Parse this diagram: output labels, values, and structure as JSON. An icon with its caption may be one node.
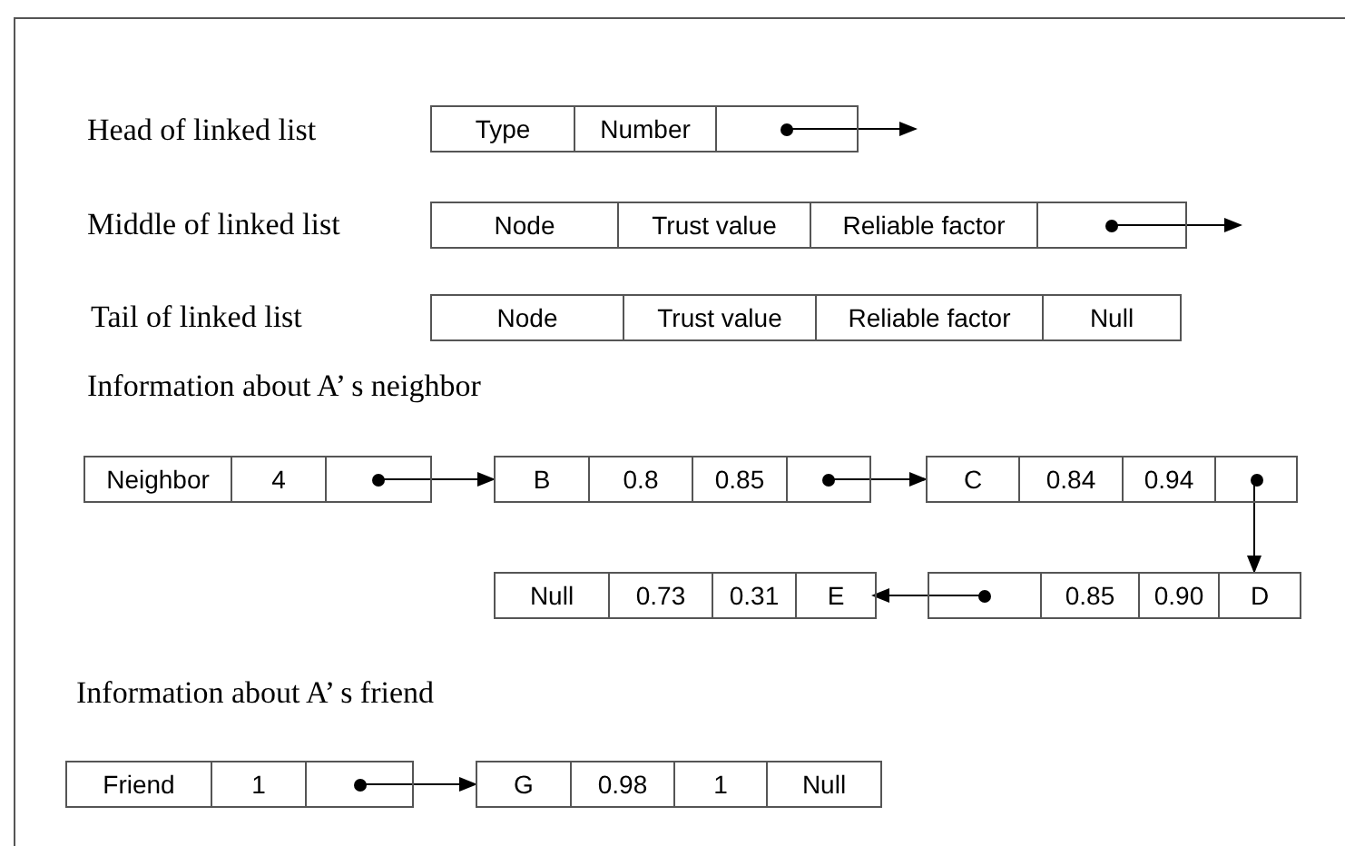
{
  "diagram": {
    "nodes": [
      {
        "text": [
          "Type",
          "Number"
        ]
      },
      {
        "text": [
          "Node",
          "Trust value",
          "Reliable factor"
        ]
      },
      {
        "text": [
          "Node",
          "Trust value",
          "Reliable factor",
          "Null"
        ]
      },
      {
        "text": [
          "Neighbor",
          "4"
        ]
      },
      {
        "text": [
          "B",
          "0.8",
          "0.85"
        ]
      },
      {
        "text": [
          "C",
          "0.84",
          "0.94"
        ]
      },
      {
        "text": [
          "0.85",
          "0.90",
          "D"
        ]
      },
      {
        "text": [
          "Null",
          "0.73",
          "0.31",
          "E"
        ]
      },
      {
        "text": [
          "Friend",
          "1"
        ]
      },
      {
        "text": [
          "G",
          "0.98",
          "1",
          "Null"
        ]
      }
    ],
    "edges": [
      {
        "from": 0,
        "to": null,
        "arrow": "to"
      },
      {
        "from": 1,
        "to": null,
        "arrow": "to"
      },
      {
        "from": 3,
        "to": 4,
        "arrow": "to"
      },
      {
        "from": 4,
        "to": 5,
        "arrow": "to"
      },
      {
        "from": 5,
        "to": 6,
        "arrow": "to"
      },
      {
        "from": 6,
        "to": 7,
        "arrow": "to"
      },
      {
        "from": 8,
        "to": 9,
        "arrow": "to"
      }
    ],
    "labels": [
      "Head of linked list",
      "Middle of linked list",
      "Tail of linked list",
      "Information about A’ s neighbor",
      "Information about A’ s friend"
    ]
  }
}
